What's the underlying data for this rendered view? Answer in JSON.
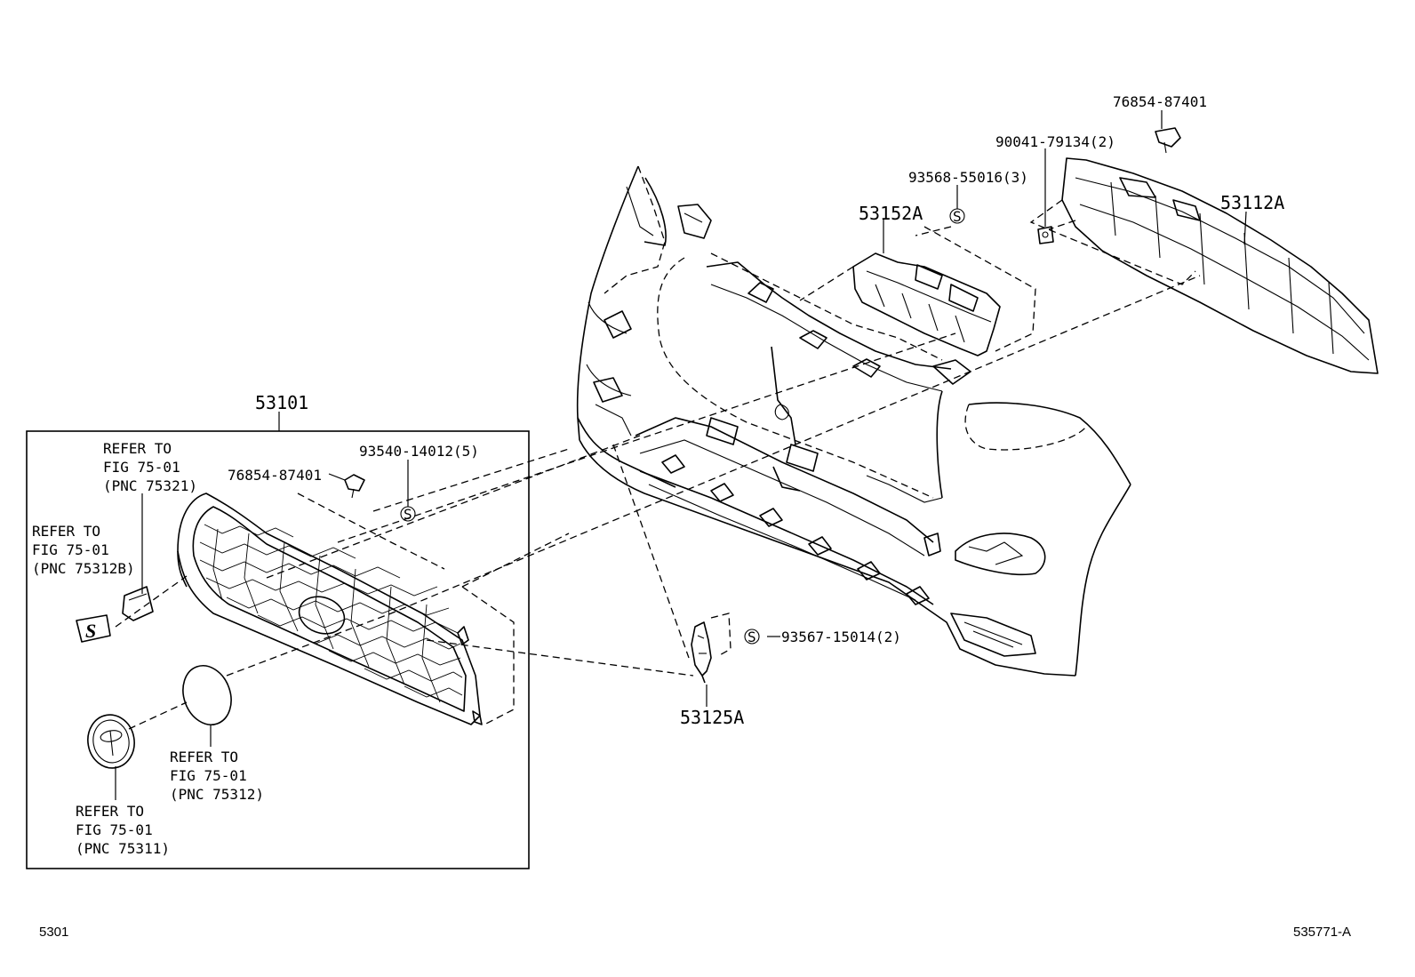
{
  "footer": {
    "left_code": "5301",
    "right_code": "535771-A"
  },
  "callouts": {
    "grille_assembly": "53101",
    "bumper_retainer_center": "53152A",
    "lower_grille": "53112A",
    "side_bracket": "53125A",
    "clip_top": "76854-87401",
    "nut_top": "90041-79134(2)",
    "screw_top": "93568-55016(3)",
    "clip_grille": "76854-87401",
    "screw_grille": "93540-14012(5)",
    "screw_side": "93567-15014(2)"
  },
  "refs": {
    "ref_75321": [
      "REFER TO",
      "FIG 75-01",
      "(PNC 75321)"
    ],
    "ref_75312B": [
      "REFER TO",
      "FIG 75-01",
      "(PNC 75312B)"
    ],
    "ref_75312": [
      "REFER TO",
      "FIG 75-01",
      "(PNC 75312)"
    ],
    "ref_75311": [
      "REFER TO",
      "FIG 75-01",
      "(PNC 75311)"
    ]
  },
  "symbols": {
    "screw_marker": "S"
  }
}
